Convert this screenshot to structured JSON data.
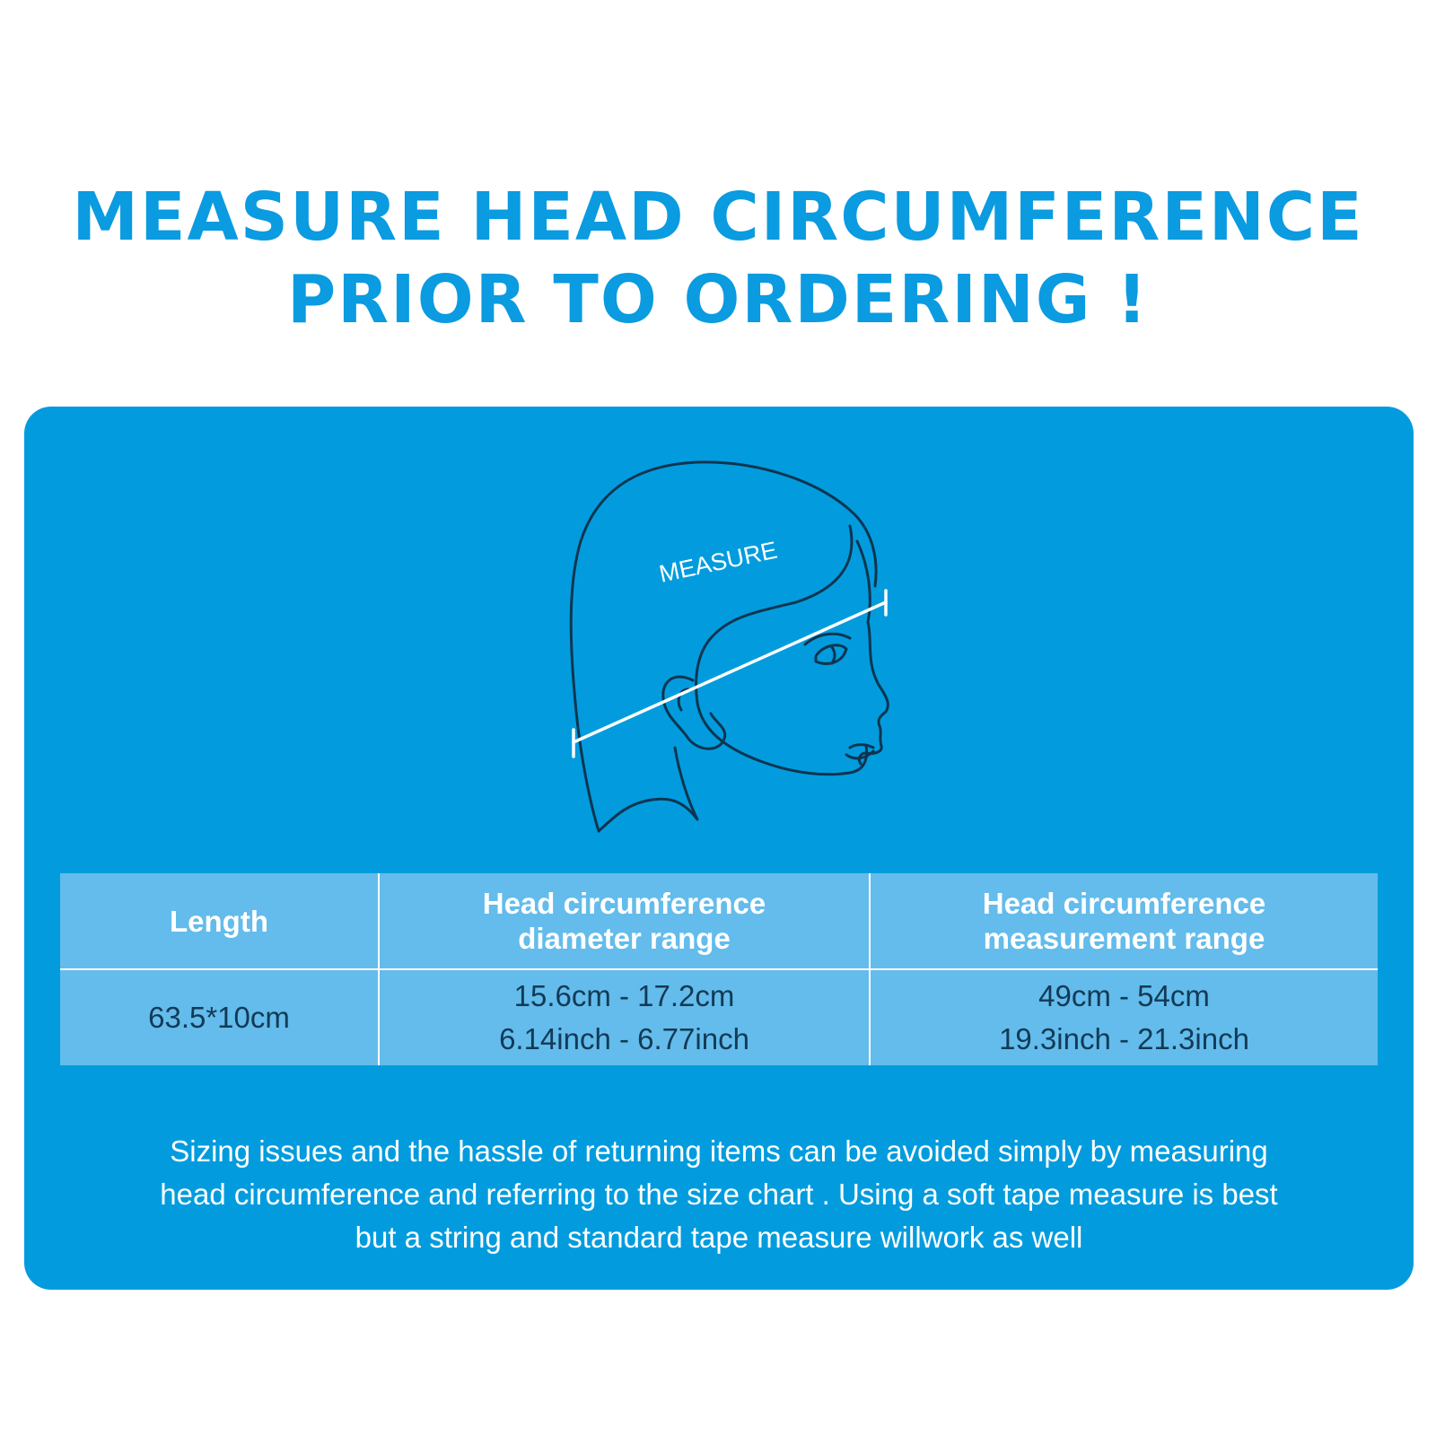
{
  "headline": {
    "line1": "MEASURE HEAD CIRCUMFERENCE",
    "line2": "PRIOR TO ORDERING !"
  },
  "illustration": {
    "icon": "head-profile-measure-icon",
    "label": "MEASURE",
    "stroke_color": "#0d3550",
    "tape_color": "#ffffff"
  },
  "table": {
    "headers": [
      [
        "Length"
      ],
      [
        "Head circumference",
        "diameter range"
      ],
      [
        "Head circumference",
        "measurement range"
      ]
    ],
    "row": [
      [
        "63.5*10cm"
      ],
      [
        "15.6cm - 17.2cm",
        "6.14inch - 6.77inch"
      ],
      [
        "49cm - 54cm",
        "19.3inch - 21.3inch"
      ]
    ]
  },
  "note": {
    "lines": [
      "Sizing issues and the hassle of returning items can be avoided simply by measuring",
      "head circumference and referring to the size chart . Using a soft tape measure is best",
      "but a string and standard tape measure willwork as well"
    ]
  },
  "colors": {
    "headline": "#0a9be0",
    "panel": "#029cde",
    "table_cell": "#63bceb",
    "table_value_text": "#123a56"
  }
}
